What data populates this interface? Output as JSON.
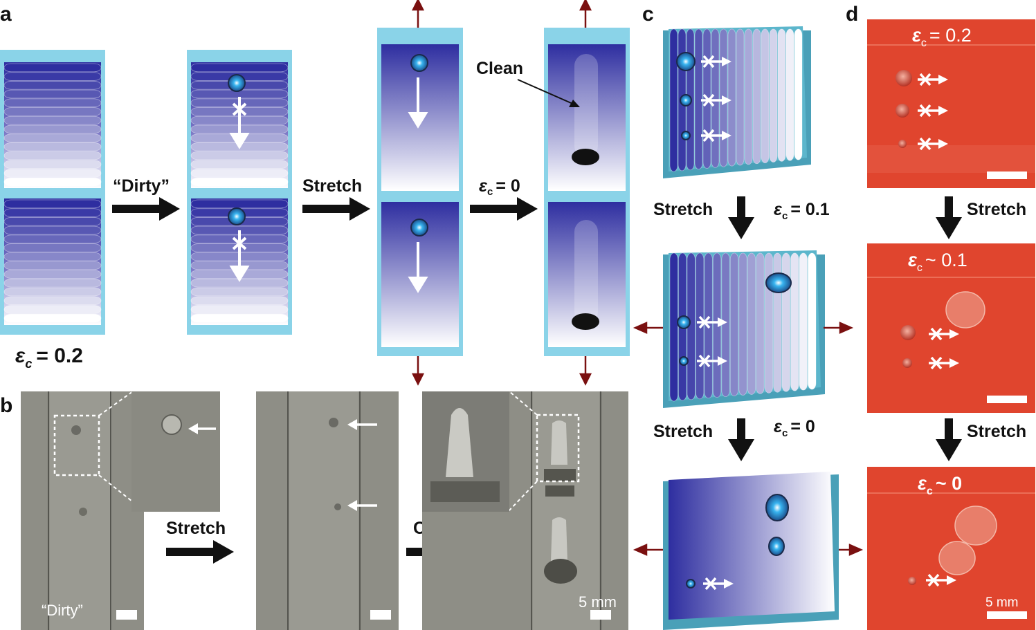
{
  "panels": {
    "a": "a",
    "b": "b",
    "c": "c",
    "d": "d"
  },
  "panel_a": {
    "arrow_labels": [
      "“Dirty”",
      "Stretch",
      "= 0"
    ],
    "eps_symbol": "ε",
    "eps_sub": "c",
    "eps_initial_value": "= 0.2",
    "clean_label": "Clean"
  },
  "panel_b": {
    "dirty_label": "“Dirty”",
    "stretch_label": "Stretch",
    "clean_label": "Clean",
    "scale_label": "5 mm"
  },
  "panel_c": {
    "stretch_label_1": "Stretch",
    "stretch_label_2": "Stretch",
    "eps_1": "= 0.1",
    "eps_2": "= 0"
  },
  "panel_d": {
    "eps_1": "= 0.2",
    "eps_2": "~ 0.1",
    "eps_3": "~ 0",
    "stretch_label_1": "Stretch",
    "stretch_label_2": "Stretch",
    "scale_label": "5 mm"
  },
  "colors": {
    "deep_blue": "#2c2c9c",
    "frame_cyan": "#8ad3e8",
    "dark_red_arrow": "#7a1010",
    "photo_gray": "#8e8e86",
    "photo_red": "#e0452e"
  }
}
